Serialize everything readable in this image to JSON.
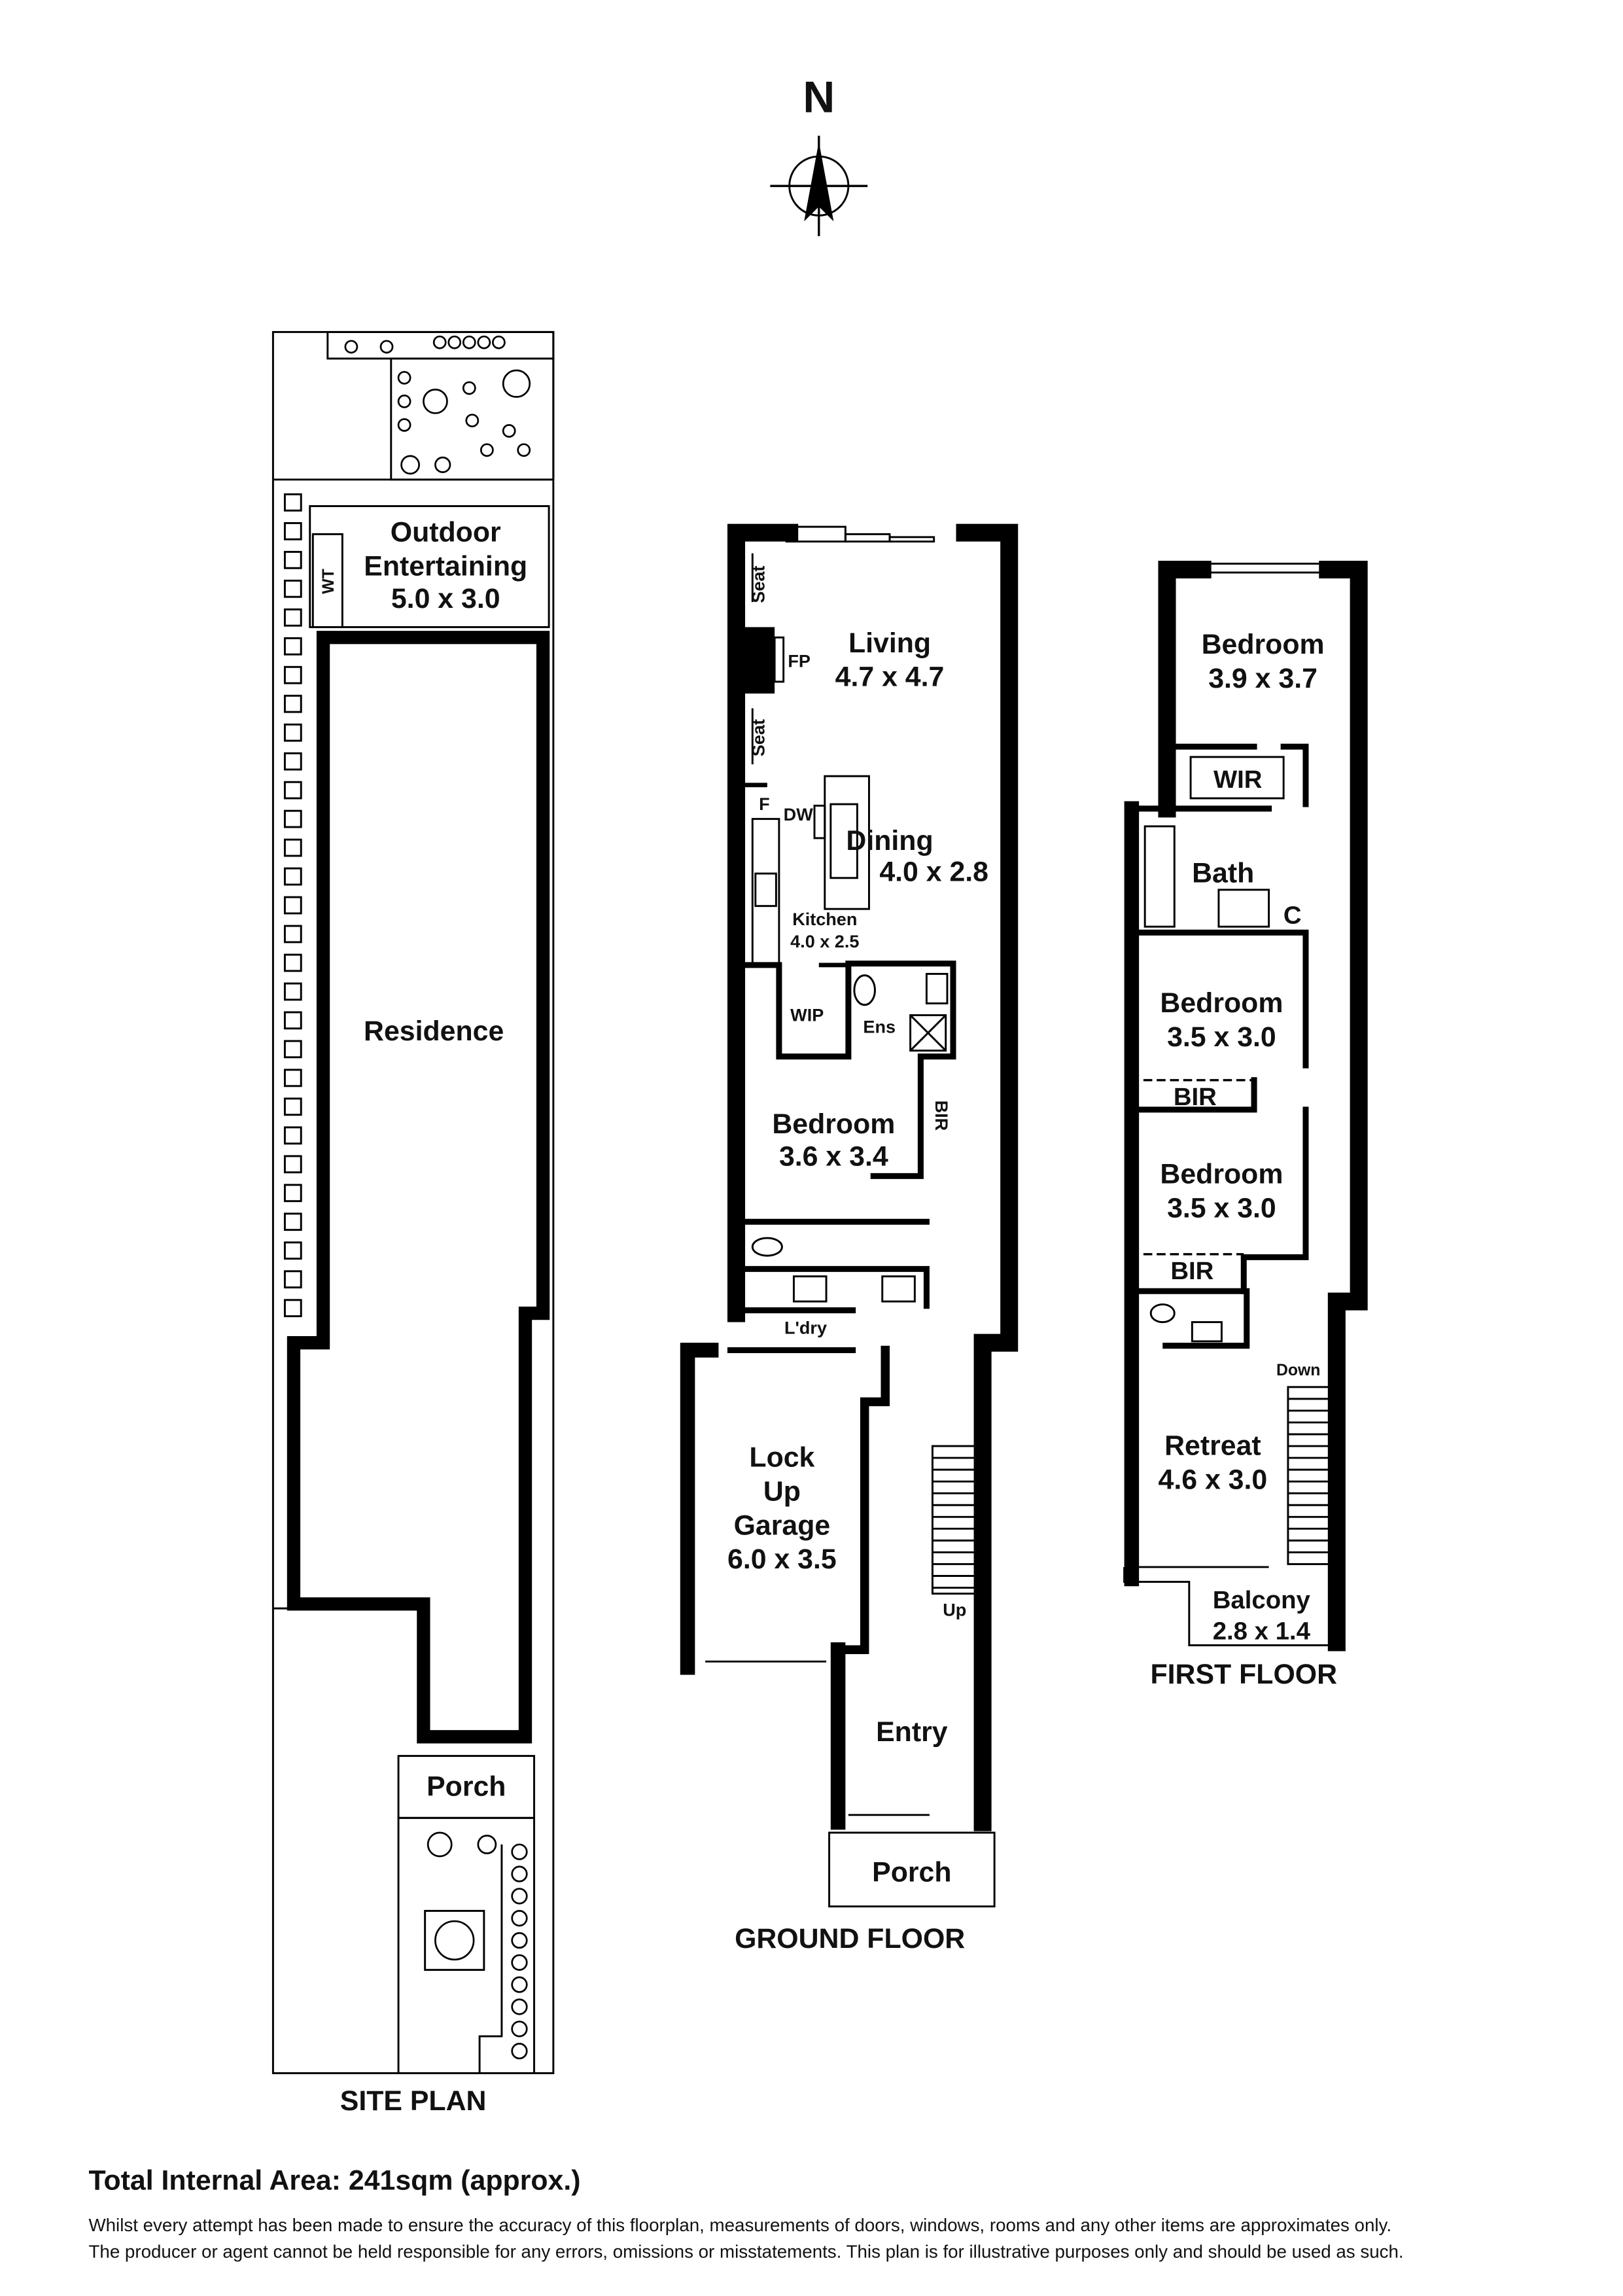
{
  "compass": {
    "label": "N"
  },
  "site_plan": {
    "title": "SITE PLAN",
    "rooms": {
      "outdoor_line1": "Outdoor",
      "outdoor_line2": "Entertaining",
      "outdoor_size": "5.0 x 3.0",
      "wt": "WT",
      "residence": "Residence",
      "porch": "Porch"
    }
  },
  "ground_floor": {
    "title": "GROUND FLOOR",
    "rooms": {
      "living": "Living",
      "living_size": "4.7 x 4.7",
      "dining": "Dining",
      "dining_size": "4.0 x 2.8",
      "kitchen": "Kitchen",
      "kitchen_size": "4.0 x 2.5",
      "seat_top": "Seat",
      "seat_bottom": "Seat",
      "fp": "FP",
      "f": "F",
      "dw": "DW",
      "wip": "WIP",
      "ens": "Ens",
      "bir": "BIR",
      "bedroom": "Bedroom",
      "bedroom_size": "3.6 x 3.4",
      "laundry": "L'dry",
      "garage_1": "Lock",
      "garage_2": "Up",
      "garage_3": "Garage",
      "garage_size": "6.0 x 3.5",
      "up": "Up",
      "entry": "Entry",
      "porch": "Porch"
    }
  },
  "first_floor": {
    "title": "FIRST FLOOR",
    "rooms": {
      "bedroom1": "Bedroom",
      "bedroom1_size": "3.9 x 3.7",
      "wir": "WIR",
      "bath": "Bath",
      "c": "C",
      "bedroom2": "Bedroom",
      "bedroom2_size": "3.5 x 3.0",
      "bir2": "BIR",
      "bedroom3": "Bedroom",
      "bedroom3_size": "3.5 x 3.0",
      "bir3": "BIR",
      "down": "Down",
      "retreat": "Retreat",
      "retreat_size": "4.6 x 3.0",
      "balcony": "Balcony",
      "balcony_size": "2.8 x 1.4"
    }
  },
  "footer": {
    "total_area": "Total Internal Area: 241sqm (approx.)",
    "disclaimer_1": "Whilst every attempt has been made to ensure the accuracy of this floorplan, measurements of doors, windows, rooms and any other items are approximates only.",
    "disclaimer_2": "The producer or agent cannot be held responsible for any errors, omissions or misstatements. This plan is for illustrative purposes only and should be used as such."
  }
}
